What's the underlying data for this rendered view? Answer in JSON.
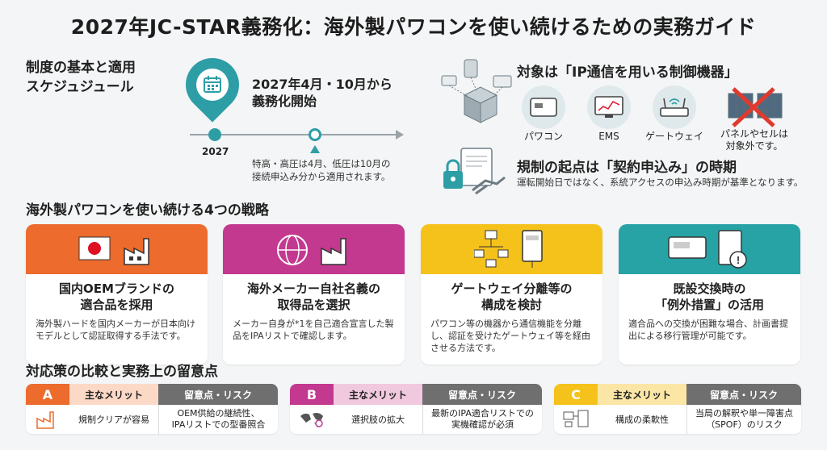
{
  "title": "2027年JC-STAR義務化：海外製パワコンを使い続けるための実務ガイド",
  "schedule": {
    "section_label_1": "制度の基本と適用",
    "section_label_2": "スケジュジュール",
    "headline_1": "2027年4月・10月から",
    "headline_2": "義務化開始",
    "year": "2027",
    "note_1": "特高・高圧は4月、低圧は10月の",
    "note_2": "接続申込み分から適用されます。"
  },
  "target": {
    "heading": "対象は「IP通信を用いる制御機器」",
    "devices": [
      {
        "label": "パワコン",
        "icon": "inverter-icon"
      },
      {
        "label": "EMS",
        "icon": "ems-monitor-icon"
      },
      {
        "label": "ゲートウェイ",
        "icon": "gateway-router-icon"
      },
      {
        "label_1": "パネルやセルは",
        "label_2": "対象外です。",
        "icon": "solar-panel-excluded-icon"
      }
    ]
  },
  "trigger": {
    "heading": "規制の起点は「契約申込み」の時期",
    "note": "運転開始日ではなく、系統アクセスの申込み時期が基準となります。"
  },
  "strategies": {
    "heading": "海外製パワコンを使い続ける4つの戦略",
    "cards": [
      {
        "color": "#ec6b2d",
        "title_1": "国内OEMブランドの",
        "title_2": "適合品を採用",
        "body": "海外製ハードを国内メーカーが日本向けモデルとして認証取得する手法です。"
      },
      {
        "color": "#c3398f",
        "title_1": "海外メーカー自社名義の",
        "title_2": "取得品を選択",
        "body": "メーカー自身が*1を自己適合宣言した製品をIPAリストで確認します。"
      },
      {
        "color": "#f5c21b",
        "title_1": "ゲートウェイ分離等の",
        "title_2": "構成を検討",
        "body": "パワコン等の機器から通信機能を分離し、認証を受けたゲートウェイ等を経由させる方法です。"
      },
      {
        "color": "#27a3a6",
        "title_1": "既設交換時の",
        "title_2": "「例外措置」の活用",
        "body": "適合品への交換が困難な場合、計画書提出による移行管理が可能です。"
      }
    ]
  },
  "comparison": {
    "heading": "対応策の比較と実務上の留意点",
    "merit_header": "主なメリット",
    "risk_header": "留意点・リスク",
    "rows": [
      {
        "letter": "A",
        "color": "#ec6b2d",
        "merit_bg": "#fbd9c6",
        "merit": "規制クリアが容易",
        "risk_1": "OEM供給の継続性、",
        "risk_2": "IPAリストでの型番照合"
      },
      {
        "letter": "B",
        "color": "#c3398f",
        "merit_bg": "#f1c9df",
        "merit": "選択肢の拡大",
        "risk_1": "最新のIPA適合リストでの",
        "risk_2": "実機確認が必須"
      },
      {
        "letter": "C",
        "color": "#f5c21b",
        "merit_bg": "#fbe6a6",
        "merit": "構成の柔軟性",
        "risk_1": "当局の解釈や単一障害点",
        "risk_2": "（SPOF）のリスク"
      }
    ]
  }
}
